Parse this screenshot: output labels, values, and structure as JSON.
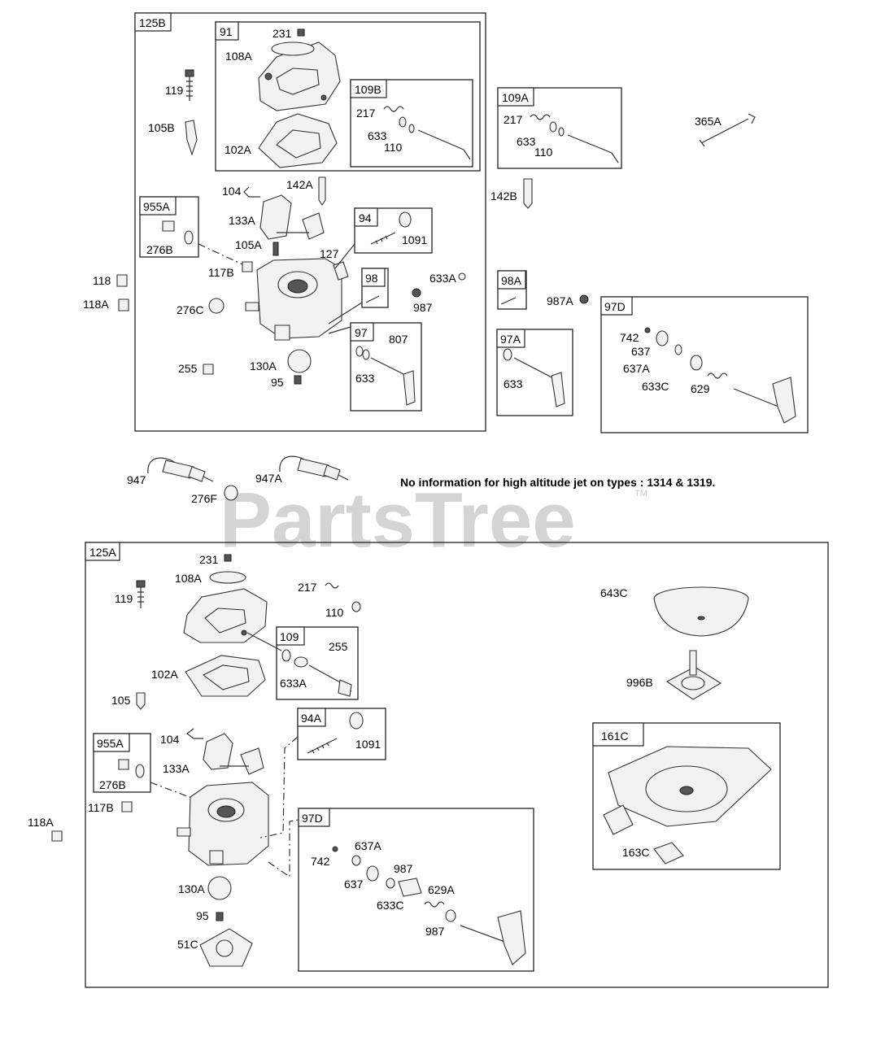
{
  "watermark": {
    "text": "PartsTree",
    "trademark": "TM"
  },
  "note": "No information for high altitude jet on types : 1314 & 1319.",
  "groups": {
    "g125B": "125B",
    "g91": "91",
    "g109B": "109B",
    "g109A": "109A",
    "g955A_top": "955A",
    "g94": "94",
    "g98": "98",
    "g97": "97",
    "g98A": "98A",
    "g97A": "97A",
    "g97D_top": "97D",
    "g125A": "125A",
    "g109": "109",
    "g955A_bot": "955A",
    "g94A": "94A",
    "g97D_bot": "97D",
    "g161C": "161C"
  },
  "labels": {
    "t231": "231",
    "t108A": "108A",
    "t119": "119",
    "t105B": "105B",
    "t102A": "102A",
    "t217": "217",
    "t633": "633",
    "t110": "110",
    "t109A_217": "217",
    "t109A_633": "633",
    "t109A_110": "110",
    "t365A": "365A",
    "t142B": "142B",
    "t104": "104",
    "t142A": "142A",
    "t133A": "133A",
    "t276B": "276B",
    "t105A": "105A",
    "t1091": "1091",
    "t127": "127",
    "t117B": "117B",
    "t118": "118",
    "t118A": "118A",
    "t633A": "633A",
    "t987": "987",
    "t276C": "276C",
    "t807": "807",
    "t97_633": "633",
    "t255": "255",
    "t130A": "130A",
    "t95": "95",
    "t987A": "987A",
    "t97A_633": "633",
    "t742": "742",
    "t637": "637",
    "t637A": "637A",
    "t633C": "633C",
    "t629": "629",
    "t947": "947",
    "t947A": "947A",
    "t276F": "276F",
    "b231": "231",
    "b108A": "108A",
    "b119": "119",
    "b217": "217",
    "b110": "110",
    "b102A": "102A",
    "b255": "255",
    "b633A": "633A",
    "b105": "105",
    "b104": "104",
    "b133A": "133A",
    "b276B": "276B",
    "b117B": "117B",
    "b118A": "118A",
    "b1091": "1091",
    "b742": "742",
    "b637A": "637A",
    "b637": "637",
    "b987": "987",
    "b633C": "633C",
    "b629A": "629A",
    "b987b": "987",
    "b130A": "130A",
    "b95": "95",
    "b51C": "51C",
    "b643C": "643C",
    "b996B": "996B",
    "b163C": "163C"
  }
}
